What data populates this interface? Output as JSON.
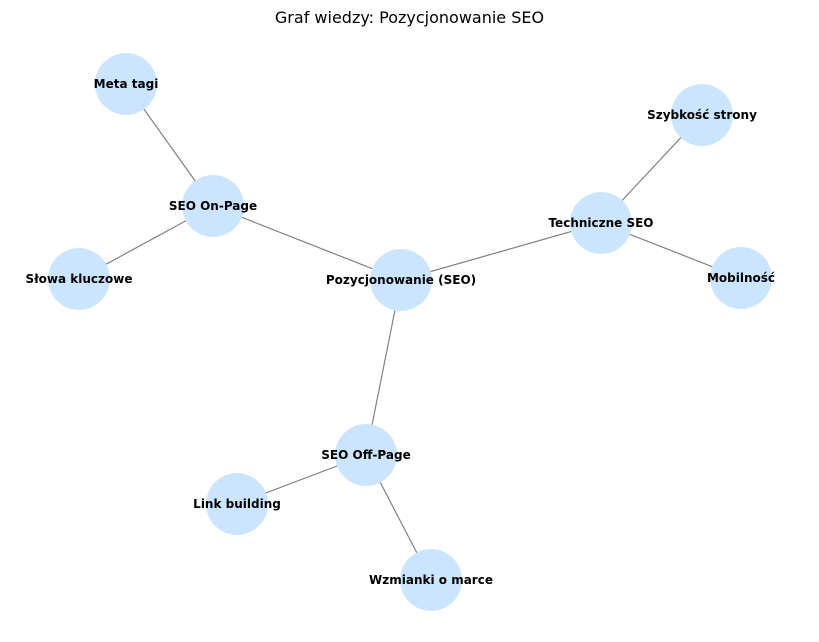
{
  "title": "Graf wiedzy: Pozycjonowanie SEO",
  "colors": {
    "node_fill": "#cce5ff",
    "edge": "#808080",
    "text": "#000000"
  },
  "nodes": [
    {
      "id": "seo",
      "label": "Pozycjonowanie (SEO)"
    },
    {
      "id": "onpage",
      "label": "SEO On-Page"
    },
    {
      "id": "meta",
      "label": "Meta tagi"
    },
    {
      "id": "keywords",
      "label": "Słowa kluczowe"
    },
    {
      "id": "tech",
      "label": "Techniczne SEO"
    },
    {
      "id": "speed",
      "label": "Szybkość strony"
    },
    {
      "id": "mobile",
      "label": "Mobilność"
    },
    {
      "id": "offpage",
      "label": "SEO Off-Page"
    },
    {
      "id": "links",
      "label": "Link building"
    },
    {
      "id": "mentions",
      "label": "Wzmianki o marce"
    }
  ],
  "edges": [
    [
      "seo",
      "onpage"
    ],
    [
      "onpage",
      "meta"
    ],
    [
      "onpage",
      "keywords"
    ],
    [
      "seo",
      "tech"
    ],
    [
      "tech",
      "speed"
    ],
    [
      "tech",
      "mobile"
    ],
    [
      "seo",
      "offpage"
    ],
    [
      "offpage",
      "links"
    ],
    [
      "offpage",
      "mentions"
    ]
  ]
}
